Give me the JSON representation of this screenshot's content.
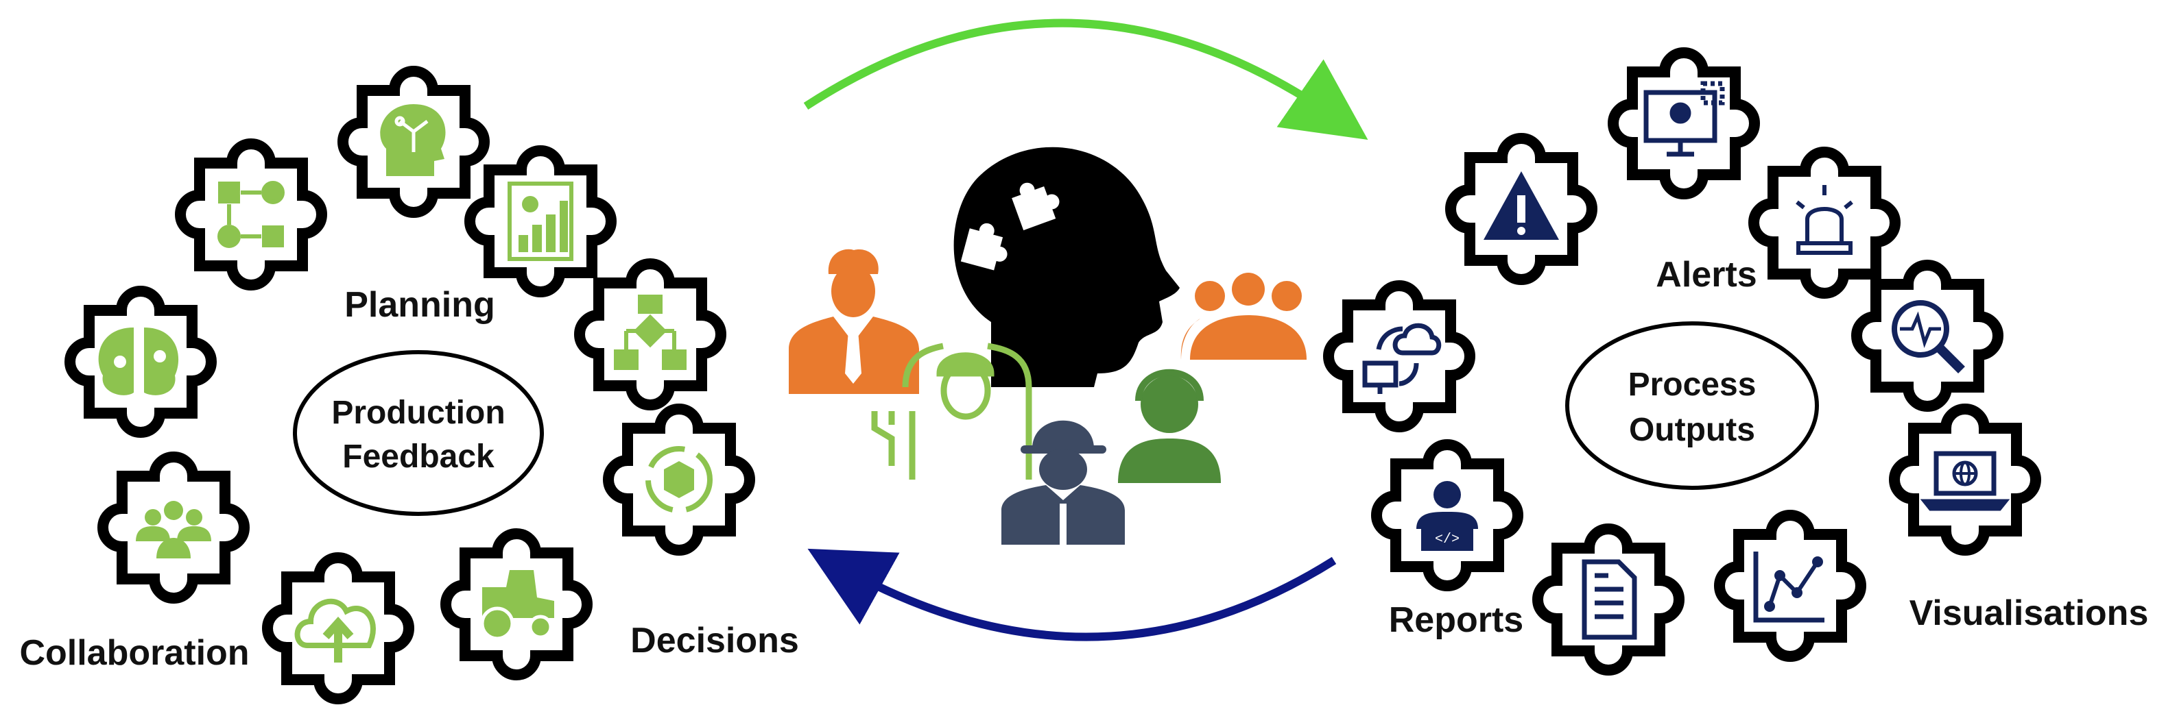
{
  "left_cluster": {
    "center_line1": "Production",
    "center_line2": "Feedback",
    "labels": {
      "planning": "Planning",
      "decisions": "Decisions",
      "collaboration": "Collaboration"
    },
    "piece_icons": [
      "brain-gears-icon",
      "flowchart-icon",
      "robot-head-icon",
      "bar-chart-icon",
      "process-flow-icon",
      "package-cycle-icon",
      "tractor-icon",
      "cloud-upload-icon",
      "team-meeting-icon"
    ]
  },
  "right_cluster": {
    "center_line1": "Process",
    "center_line2": "Outputs",
    "labels": {
      "alerts": "Alerts",
      "reports": "Reports",
      "visualisations": "Visualisations"
    },
    "piece_icons": [
      "cloud-sync-icon",
      "warning-triangle-icon",
      "monitor-user-icon",
      "siren-icon",
      "magnifier-pulse-icon",
      "laptop-globe-icon",
      "line-graph-icon",
      "document-icon",
      "developer-icon"
    ]
  },
  "center": {
    "icons": [
      "head-puzzle-icon",
      "businessman-icon",
      "electrician-icon",
      "firefighter-icon",
      "support-agent-icon",
      "group-icon"
    ]
  },
  "colors": {
    "green": "#8dc34f",
    "arrow_green": "#5cd63a",
    "arrow_blue": "#0d1786",
    "navy": "#13235c",
    "orange": "#e97a2e",
    "dark_green": "#4f8b3a",
    "slate": "#3d4a63"
  }
}
